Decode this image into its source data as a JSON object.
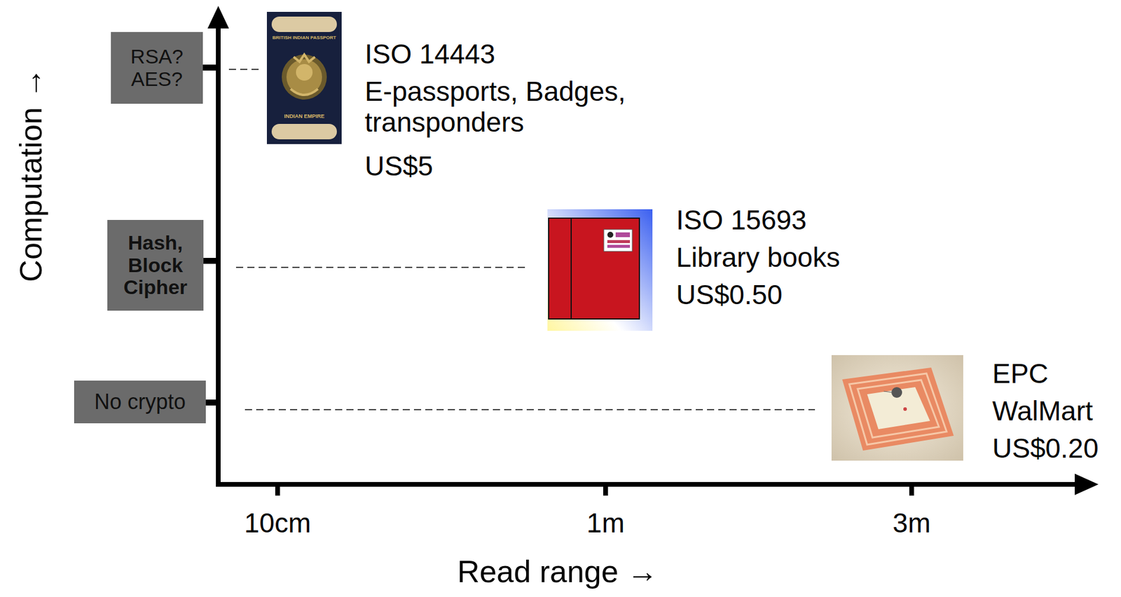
{
  "diagram": {
    "nodes": [
      {
        "text": [
          "RSA? AES?"
        ]
      },
      {
        "text": [
          "Hash, Block Cipher"
        ]
      },
      {
        "text": [
          "No crypto"
        ]
      }
    ],
    "labels": [
      "Computation →",
      "Read range →",
      "10cm",
      "1m",
      "3m",
      "ISO 14443",
      "E-passports, Badges, transponders",
      "US$5",
      "BRITISH INDIAN PASSPORT",
      "INDIAN EMPIRE",
      "ISO 15693",
      "Library books",
      "US$0.50",
      "EPC",
      "WalMart",
      "US$0.20"
    ]
  }
}
